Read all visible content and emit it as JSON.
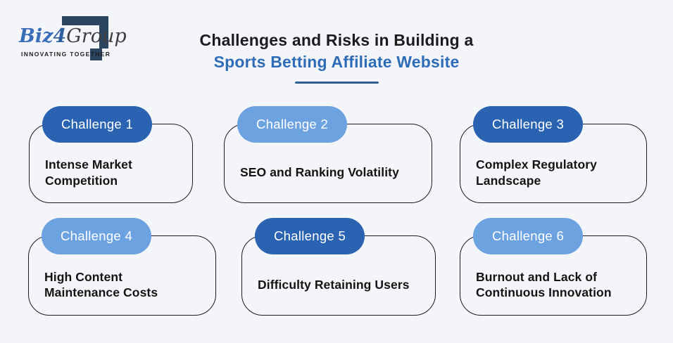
{
  "logo": {
    "brand_biz": "Biz",
    "brand_4": "4",
    "brand_group": "Group",
    "tagline": "INNOVATING TOGETHER",
    "mark_color": "#2b4460"
  },
  "title": {
    "line1": "Challenges and Risks in Building a",
    "line2": "Sports Betting Affiliate Website",
    "accent_color": "#2e6cb7",
    "underline_color": "#2e5f96"
  },
  "colors": {
    "badge_dark": "#2a63b2",
    "badge_light": "#6ca2e0",
    "background": "#f3f5f8",
    "card_border": "#1a1a2b"
  },
  "cards": [
    {
      "badge": "Challenge 1",
      "variant": "dark",
      "lines": [
        "Intense Market",
        "Competition"
      ]
    },
    {
      "badge": "Challenge 2",
      "variant": "light",
      "lines": [
        "SEO and Ranking Volatility"
      ]
    },
    {
      "badge": "Challenge 3",
      "variant": "dark",
      "lines": [
        "Complex Regulatory",
        "Landscape"
      ]
    },
    {
      "badge": "Challenge 4",
      "variant": "light",
      "lines": [
        "High Content",
        "Maintenance Costs"
      ]
    },
    {
      "badge": "Challenge 5",
      "variant": "dark",
      "lines": [
        "Difficulty Retaining Users"
      ]
    },
    {
      "badge": "Challenge 6",
      "variant": "light",
      "lines": [
        "Burnout and Lack of",
        "Continuous Innovation"
      ]
    }
  ]
}
